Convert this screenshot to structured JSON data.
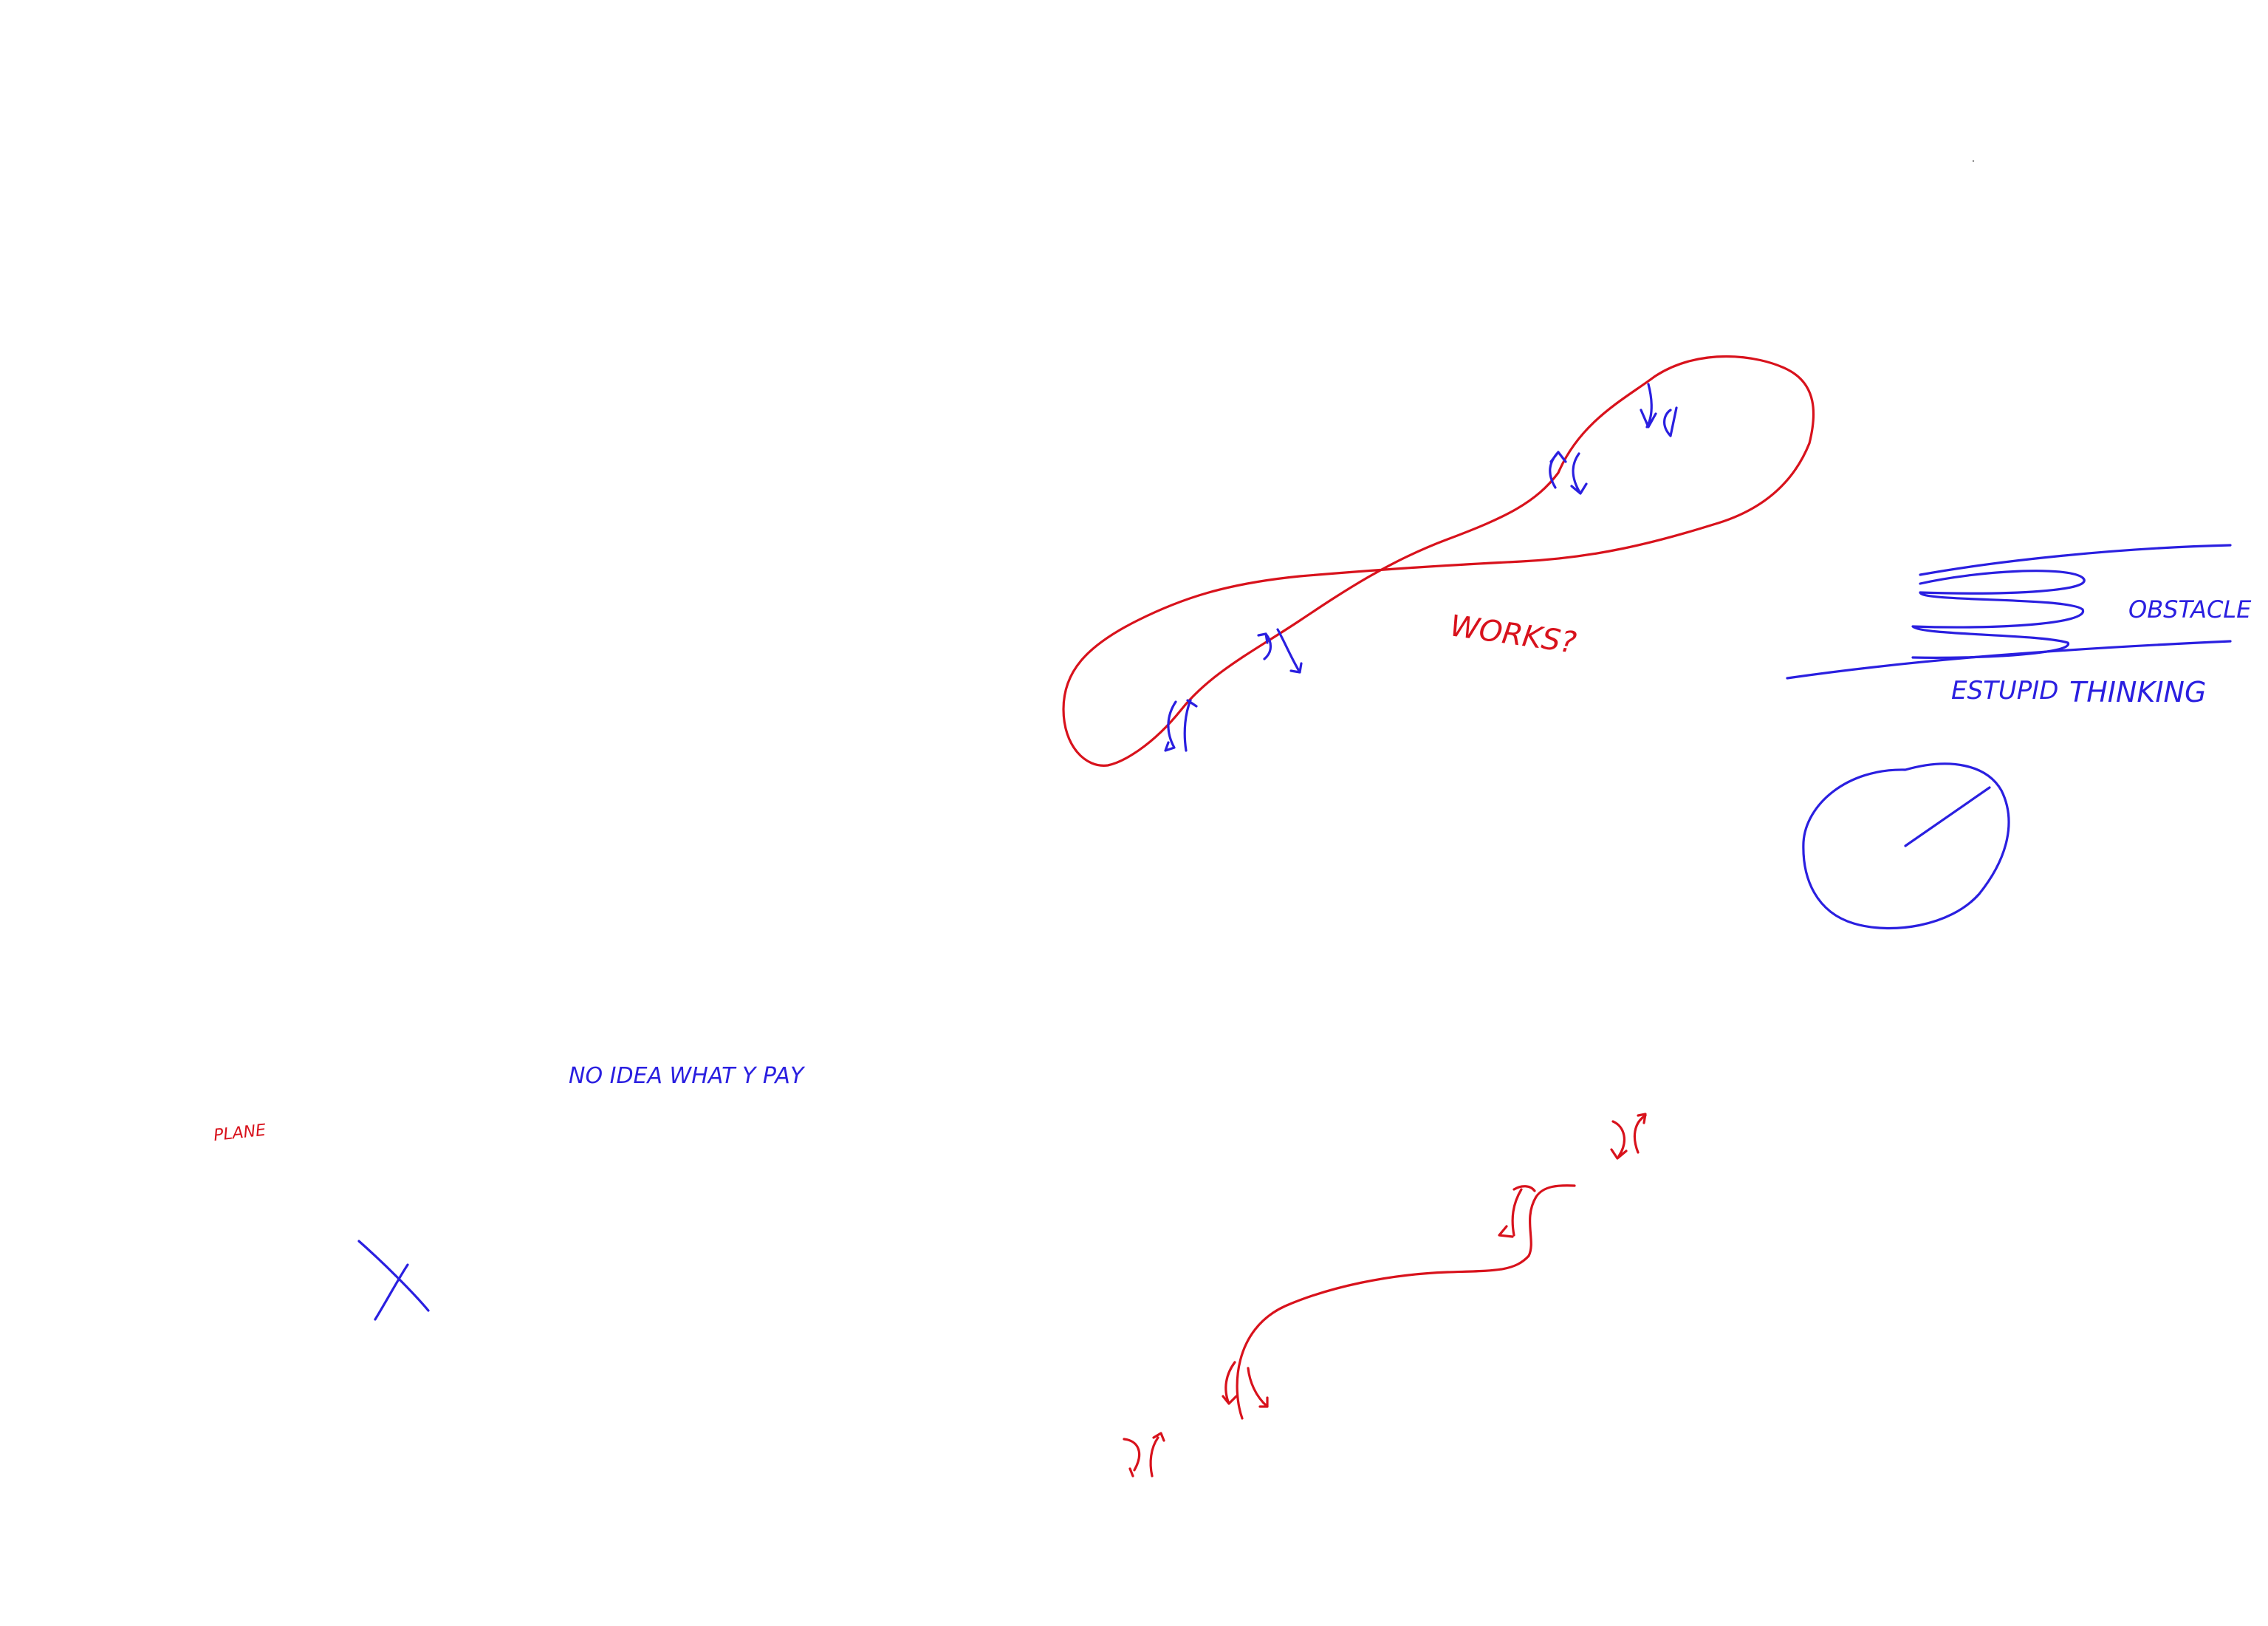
{
  "canvas": {
    "background": "#ffffff"
  },
  "colors": {
    "red_ink": "#d8121c",
    "blue_ink": "#2a1fe0"
  },
  "labels": {
    "works": "WORKS?",
    "obstacle": "OBSTACLE",
    "estupid": "ESTUPID",
    "thinking": "THINKING",
    "no_idea": "NO IDEA WHAT Y PAY",
    "plane": "PLANE"
  }
}
